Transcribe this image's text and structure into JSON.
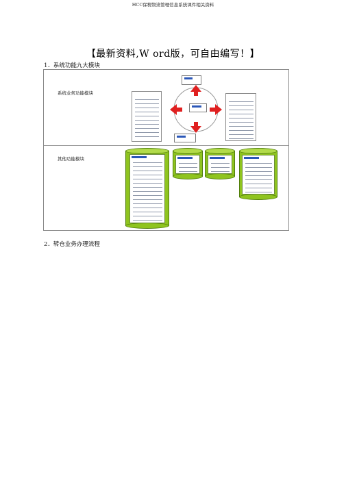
{
  "header": {
    "title": "HCC保税物流管理信息系统课件相关资料"
  },
  "banner": {
    "text": "【最新资料,W ord版，可自由编写！】"
  },
  "section1": {
    "heading": "1．系统功能九大模块"
  },
  "section2": {
    "heading": "2．转仓业务办理流程"
  },
  "figure": {
    "rows": [
      {
        "label": "系统业务功能模块"
      },
      {
        "label": "其他功能模块"
      }
    ],
    "colors": {
      "arrow": "#e02020",
      "cylinder": "#8fc41f",
      "cylinder_top": "#b2db4a",
      "tree_highlight": "#2b57b8"
    }
  }
}
